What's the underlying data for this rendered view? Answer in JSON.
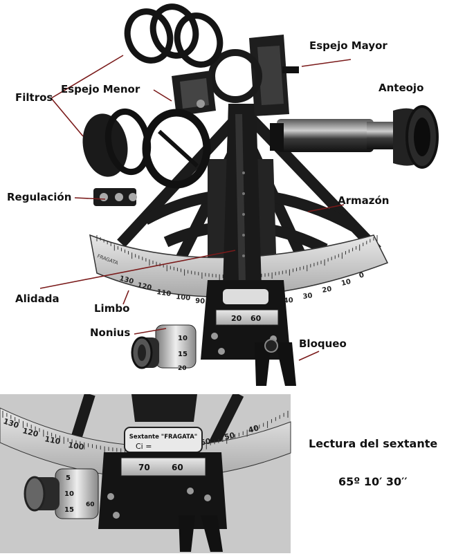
{
  "labels": {
    "filtros": "Filtros",
    "espejo_menor": "Espejo Menor",
    "espejo_mayor": "Espejo Mayor",
    "anteojo": "Anteojo",
    "regulacion": "Regulación",
    "armazon": "Armazón",
    "alidada": "Alidada",
    "limbo": "Limbo",
    "nonius": "Nonius",
    "bloqueo": "Bloqueo"
  },
  "instrument": {
    "arc_scale_top": [
      "130",
      "120",
      "110",
      "100",
      "90",
      "40",
      "30",
      "20",
      "10",
      "0"
    ],
    "vernier_scale_top": [
      "20",
      "60"
    ],
    "drum_scale_top": [
      "10",
      "15",
      "20"
    ],
    "maker_mark": "FRAGATA"
  },
  "detail": {
    "plate_title": "Sextante \"FRAGATA\"",
    "plate_ci": "Ci =",
    "arc_scale": [
      "130",
      "120",
      "110",
      "100",
      "60",
      "50",
      "40"
    ],
    "vernier_scale": [
      "70",
      "60"
    ],
    "drum_scale": [
      "5",
      "10",
      "15",
      "60"
    ]
  },
  "caption": {
    "title": "Lectura del sextante",
    "reading": "65º 10′ 30′′"
  }
}
